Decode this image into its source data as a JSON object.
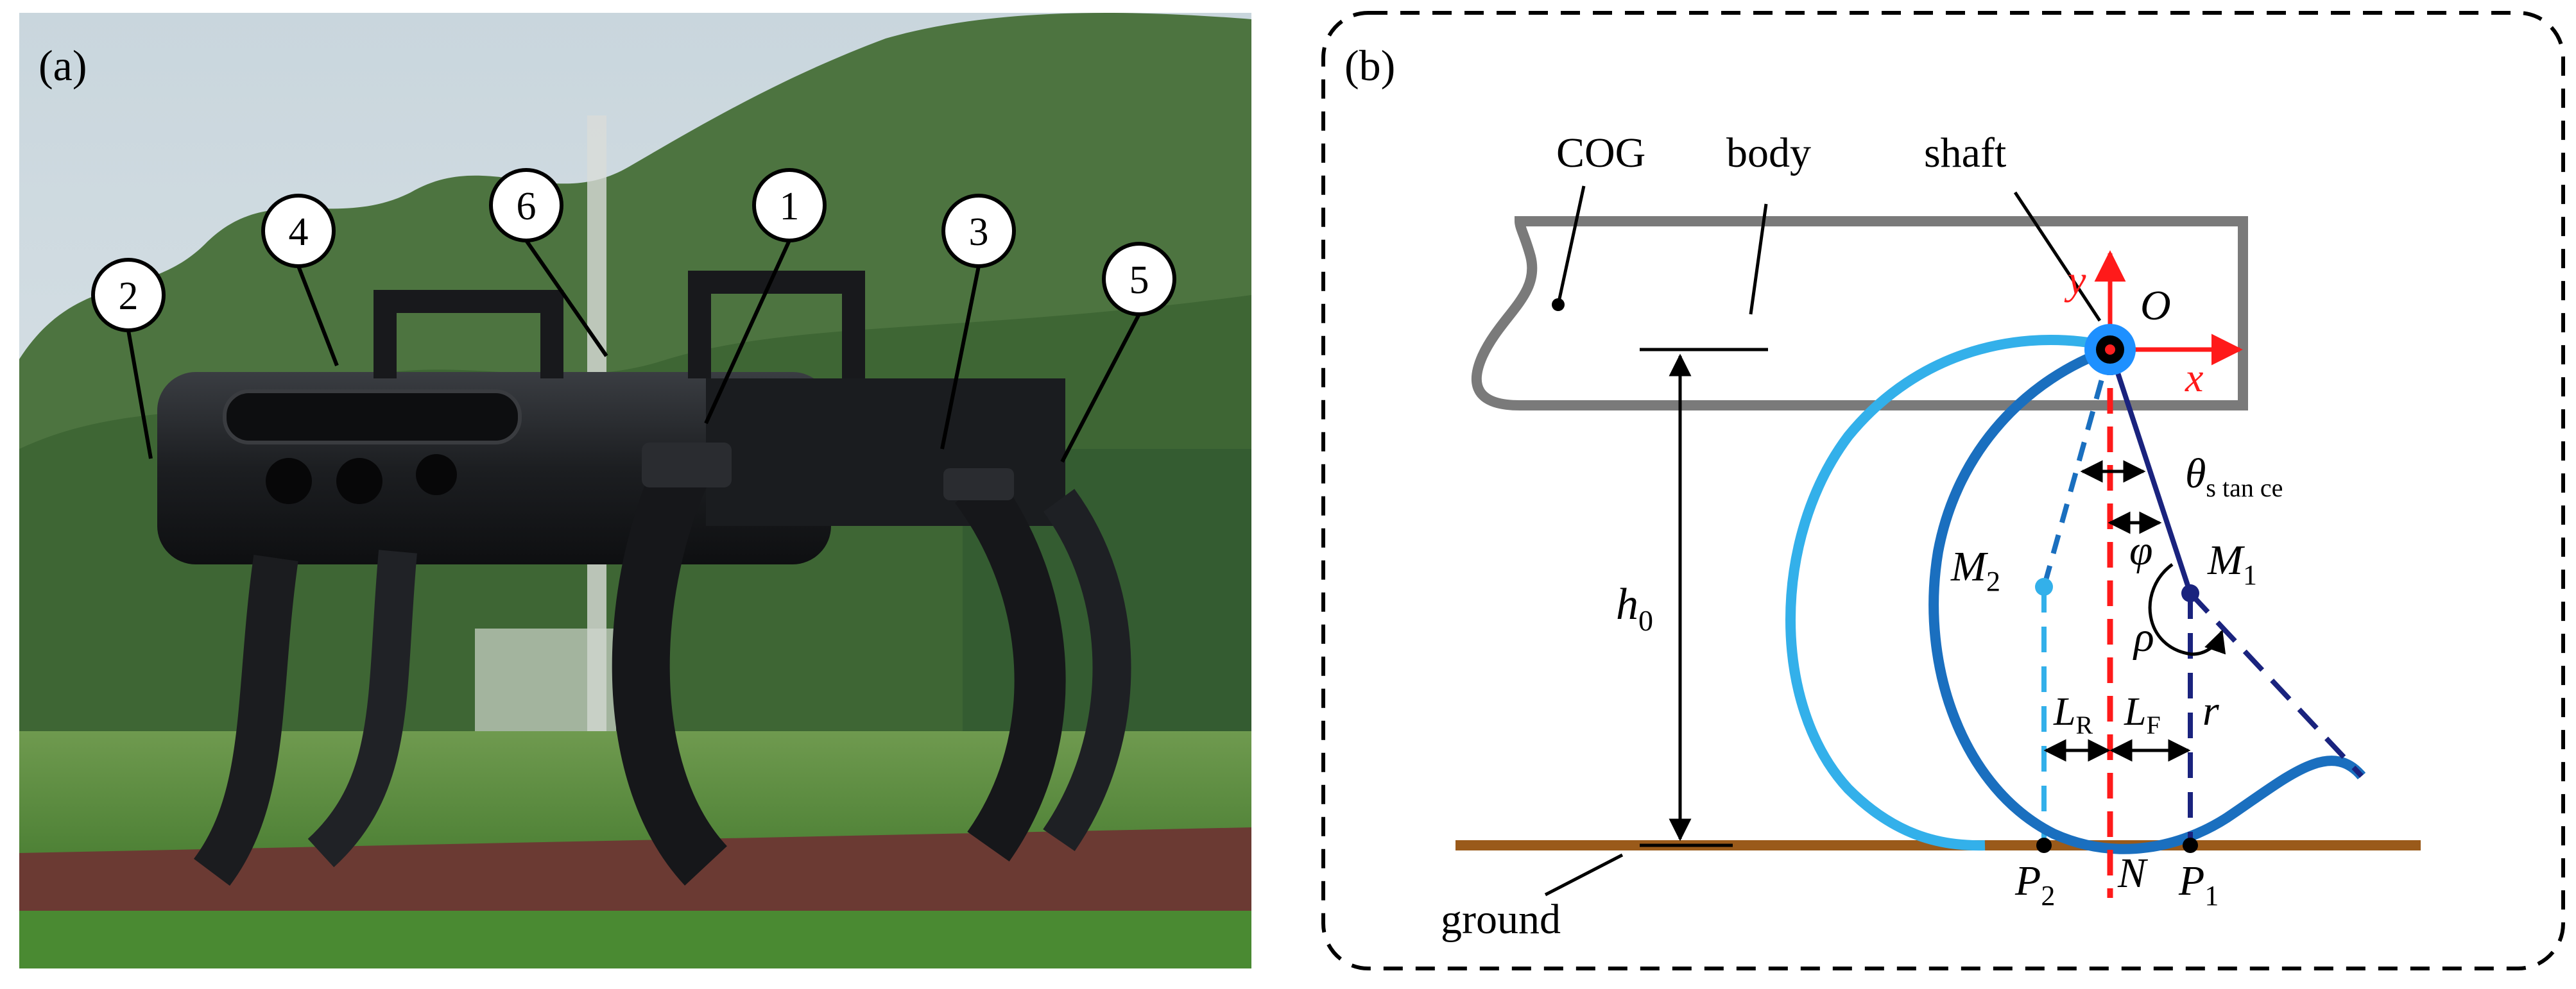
{
  "panel_a": {
    "label": "(a)",
    "callouts": [
      "1",
      "2",
      "3",
      "4",
      "5",
      "6"
    ]
  },
  "panel_b": {
    "label": "(b)",
    "labels": {
      "cog": "COG",
      "body": "body",
      "shaft": "shaft",
      "ground": "ground",
      "origin": "O",
      "x_axis": "x",
      "y_axis": "y",
      "theta": "θ",
      "theta_sub": "s tan ce",
      "phi": "φ",
      "rho": "ρ",
      "r": "r",
      "h": "h",
      "h_sub": "0",
      "m1": "M",
      "m1_sub": "1",
      "m2": "M",
      "m2_sub": "2",
      "lr": "L",
      "lr_sub": "R",
      "lf": "L",
      "lf_sub": "F",
      "p1": "P",
      "p1_sub": "1",
      "p2": "P",
      "p2_sub": "2",
      "n": "N"
    },
    "colors": {
      "body_outline": "#7a7a7a",
      "ground": "#9a5a1a",
      "axis": "#ff1a1a",
      "front_leg": "#1a6fbf",
      "rear_leg": "#33b0ea",
      "front_leg_dashed": "#1a237e",
      "hub": "#1e90ff"
    }
  }
}
